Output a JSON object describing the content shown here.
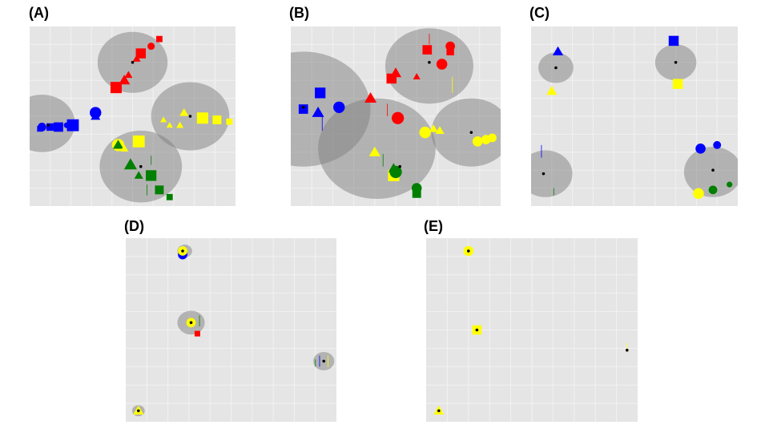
{
  "colors": {
    "panel_bg": "#e5e5e5",
    "grid": "#f2f2f2",
    "cluster": "#7f7f7f",
    "center": "#000000",
    "red": "#ff0000",
    "blue": "#0000ff",
    "yellow": "#ffff00",
    "green": "#007f00"
  },
  "chart_data": [
    {
      "label": "(A)",
      "type": "scatter",
      "xlim": [
        0,
        10
      ],
      "ylim": [
        0,
        10
      ],
      "grid": true,
      "clusters": [
        {
          "x": 5.0,
          "y": 8.0,
          "r": 1.7
        },
        {
          "x": 0.6,
          "y": 4.6,
          "r": 1.6
        },
        {
          "x": 7.8,
          "y": 5.0,
          "r": 1.9
        },
        {
          "x": 5.4,
          "y": 2.2,
          "r": 2.0
        }
      ],
      "centers": [
        [
          5.0,
          8.0
        ],
        [
          0.9,
          4.5
        ],
        [
          7.8,
          5.0
        ],
        [
          5.4,
          2.2
        ]
      ],
      "points": [
        {
          "x": 6.3,
          "y": 9.3,
          "c": "red",
          "s": "square",
          "z": 1
        },
        {
          "x": 5.9,
          "y": 8.9,
          "c": "red",
          "s": "circle",
          "z": 1
        },
        {
          "x": 5.4,
          "y": 8.5,
          "c": "red",
          "s": "square",
          "z": 1.6
        },
        {
          "x": 5.2,
          "y": 8.2,
          "c": "red",
          "s": "triangle",
          "z": 1
        },
        {
          "x": 4.8,
          "y": 7.3,
          "c": "red",
          "s": "triangle",
          "z": 1
        },
        {
          "x": 4.6,
          "y": 7.0,
          "c": "red",
          "s": "triangle",
          "z": 1.4
        },
        {
          "x": 4.2,
          "y": 6.6,
          "c": "red",
          "s": "square",
          "z": 1.8
        },
        {
          "x": 3.2,
          "y": 5.2,
          "c": "blue",
          "s": "circle",
          "z": 1.6
        },
        {
          "x": 3.2,
          "y": 5.0,
          "c": "blue",
          "s": "triangle",
          "z": 1.2
        },
        {
          "x": 2.1,
          "y": 4.5,
          "c": "blue",
          "s": "square",
          "z": 1.9
        },
        {
          "x": 1.8,
          "y": 4.5,
          "c": "blue",
          "s": "circle",
          "z": 0.8
        },
        {
          "x": 1.4,
          "y": 4.4,
          "c": "blue",
          "s": "square",
          "z": 1.5
        },
        {
          "x": 1.0,
          "y": 4.4,
          "c": "blue",
          "s": "square",
          "z": 1.2
        },
        {
          "x": 0.6,
          "y": 4.4,
          "c": "blue",
          "s": "circle",
          "z": 1.2
        },
        {
          "x": 0.5,
          "y": 4.3,
          "c": "blue",
          "s": "square",
          "z": 0.9
        },
        {
          "x": 7.5,
          "y": 5.2,
          "c": "yellow",
          "s": "triangle",
          "z": 1.1
        },
        {
          "x": 7.3,
          "y": 4.5,
          "c": "yellow",
          "s": "triangle",
          "z": 0.9
        },
        {
          "x": 6.8,
          "y": 4.5,
          "c": "yellow",
          "s": "triangle",
          "z": 0.8
        },
        {
          "x": 6.5,
          "y": 4.8,
          "c": "yellow",
          "s": "triangle",
          "z": 0.8
        },
        {
          "x": 8.4,
          "y": 4.9,
          "c": "yellow",
          "s": "square",
          "z": 1.8
        },
        {
          "x": 9.1,
          "y": 4.8,
          "c": "yellow",
          "s": "square",
          "z": 1.4
        },
        {
          "x": 9.7,
          "y": 4.7,
          "c": "yellow",
          "s": "square",
          "z": 1.0
        },
        {
          "x": 5.3,
          "y": 3.6,
          "c": "yellow",
          "s": "square",
          "z": 1.9
        },
        {
          "x": 4.3,
          "y": 3.4,
          "c": "yellow",
          "s": "circle",
          "z": 1.7
        },
        {
          "x": 4.3,
          "y": 3.4,
          "c": "green",
          "s": "triangle",
          "z": 1.3
        },
        {
          "x": 4.6,
          "y": 3.2,
          "c": "yellow",
          "s": "triangle",
          "z": 1.0
        },
        {
          "x": 4.9,
          "y": 2.3,
          "c": "green",
          "s": "triangle",
          "z": 1.6
        },
        {
          "x": 5.3,
          "y": 1.7,
          "c": "green",
          "s": "triangle",
          "z": 1.1
        },
        {
          "x": 5.9,
          "y": 1.7,
          "c": "green",
          "s": "square",
          "z": 1.7
        },
        {
          "x": 6.3,
          "y": 0.9,
          "c": "green",
          "s": "square",
          "z": 1.4
        },
        {
          "x": 6.8,
          "y": 0.5,
          "c": "green",
          "s": "square",
          "z": 1.0
        }
      ],
      "segments": [
        {
          "x": 5.7,
          "y1": 0.6,
          "y2": 1.2,
          "c": "green"
        },
        {
          "x": 5.9,
          "y1": 2.3,
          "y2": 2.8,
          "c": "green"
        }
      ]
    },
    {
      "label": "(B)",
      "type": "scatter",
      "xlim": [
        0,
        10
      ],
      "ylim": [
        0,
        10
      ],
      "grid": true,
      "clusters": [
        {
          "x": 0.6,
          "y": 5.4,
          "r": 3.2
        },
        {
          "x": 6.6,
          "y": 7.8,
          "r": 2.1
        },
        {
          "x": 4.1,
          "y": 3.2,
          "r": 2.8
        },
        {
          "x": 8.6,
          "y": 4.1,
          "r": 1.9
        }
      ],
      "centers": [
        [
          0.6,
          5.5
        ],
        [
          6.6,
          8.0
        ],
        [
          5.2,
          2.2
        ],
        [
          8.6,
          4.1
        ]
      ],
      "points": [
        {
          "x": 6.5,
          "y": 8.7,
          "c": "red",
          "s": "square",
          "z": 1.5
        },
        {
          "x": 7.6,
          "y": 8.9,
          "c": "red",
          "s": "circle",
          "z": 1.3
        },
        {
          "x": 7.6,
          "y": 8.6,
          "c": "red",
          "s": "square",
          "z": 1.2
        },
        {
          "x": 7.2,
          "y": 7.9,
          "c": "red",
          "s": "circle",
          "z": 1.5
        },
        {
          "x": 5.0,
          "y": 7.4,
          "c": "red",
          "s": "triangle",
          "z": 1.4
        },
        {
          "x": 4.8,
          "y": 7.1,
          "c": "red",
          "s": "square",
          "z": 1.6
        },
        {
          "x": 6.0,
          "y": 7.2,
          "c": "red",
          "s": "triangle",
          "z": 0.9
        },
        {
          "x": 3.8,
          "y": 6.0,
          "c": "red",
          "s": "triangle",
          "z": 1.5
        },
        {
          "x": 5.1,
          "y": 4.9,
          "c": "red",
          "s": "circle",
          "z": 1.7
        },
        {
          "x": 1.4,
          "y": 6.3,
          "c": "blue",
          "s": "square",
          "z": 1.7
        },
        {
          "x": 0.6,
          "y": 5.4,
          "c": "blue",
          "s": "square",
          "z": 1.5
        },
        {
          "x": 1.3,
          "y": 5.2,
          "c": "blue",
          "s": "triangle",
          "z": 1.5
        },
        {
          "x": 2.3,
          "y": 5.5,
          "c": "blue",
          "s": "circle",
          "z": 1.6
        },
        {
          "x": 6.4,
          "y": 4.1,
          "c": "yellow",
          "s": "circle",
          "z": 1.6
        },
        {
          "x": 6.8,
          "y": 4.3,
          "c": "yellow",
          "s": "triangle",
          "z": 1.1
        },
        {
          "x": 7.1,
          "y": 4.2,
          "c": "yellow",
          "s": "triangle",
          "z": 1.1
        },
        {
          "x": 8.9,
          "y": 3.6,
          "c": "yellow",
          "s": "circle",
          "z": 1.4
        },
        {
          "x": 9.3,
          "y": 3.7,
          "c": "yellow",
          "s": "circle",
          "z": 1.3
        },
        {
          "x": 9.6,
          "y": 3.8,
          "c": "yellow",
          "s": "circle",
          "z": 1.2
        },
        {
          "x": 4.0,
          "y": 3.0,
          "c": "yellow",
          "s": "triangle",
          "z": 1.4
        },
        {
          "x": 4.9,
          "y": 1.7,
          "c": "yellow",
          "s": "square",
          "z": 1.8
        },
        {
          "x": 4.9,
          "y": 2.1,
          "c": "green",
          "s": "triangle",
          "z": 1.3
        },
        {
          "x": 5.0,
          "y": 1.9,
          "c": "green",
          "s": "circle",
          "z": 1.7
        },
        {
          "x": 6.0,
          "y": 1.0,
          "c": "green",
          "s": "circle",
          "z": 1.4
        },
        {
          "x": 6.0,
          "y": 0.7,
          "c": "green",
          "s": "square",
          "z": 1.4
        }
      ],
      "segments": [
        {
          "x": 6.6,
          "y1": 9.0,
          "y2": 9.6,
          "c": "red"
        },
        {
          "x": 4.6,
          "y1": 5.0,
          "y2": 5.7,
          "c": "red"
        },
        {
          "x": 1.5,
          "y1": 4.2,
          "y2": 5.0,
          "c": "blue"
        },
        {
          "x": 4.4,
          "y1": 2.2,
          "y2": 2.9,
          "c": "green"
        },
        {
          "x": 7.7,
          "y1": 6.3,
          "y2": 7.2,
          "c": "yellow"
        }
      ]
    },
    {
      "label": "(C)",
      "type": "scatter",
      "xlim": [
        0,
        10
      ],
      "ylim": [
        0,
        10
      ],
      "grid": true,
      "clusters": [
        {
          "x": 1.2,
          "y": 7.7,
          "r": 0.85
        },
        {
          "x": 7.0,
          "y": 8.0,
          "r": 1.0
        },
        {
          "x": 0.7,
          "y": 1.8,
          "r": 1.3
        },
        {
          "x": 8.8,
          "y": 1.9,
          "r": 1.4
        }
      ],
      "centers": [
        [
          1.2,
          7.7
        ],
        [
          7.0,
          8.0
        ],
        [
          0.6,
          1.8
        ],
        [
          8.8,
          2.0
        ]
      ],
      "points": [
        {
          "x": 1.3,
          "y": 8.6,
          "c": "blue",
          "s": "triangle",
          "z": 1.3
        },
        {
          "x": 1.0,
          "y": 6.4,
          "c": "yellow",
          "s": "triangle",
          "z": 1.3
        },
        {
          "x": 6.9,
          "y": 9.2,
          "c": "blue",
          "s": "square",
          "z": 1.6
        },
        {
          "x": 7.1,
          "y": 6.8,
          "c": "yellow",
          "s": "square",
          "z": 1.6
        },
        {
          "x": 8.2,
          "y": 3.2,
          "c": "blue",
          "s": "circle",
          "z": 1.4
        },
        {
          "x": 9.0,
          "y": 3.4,
          "c": "blue",
          "s": "circle",
          "z": 1.1
        },
        {
          "x": 8.1,
          "y": 0.7,
          "c": "yellow",
          "s": "circle",
          "z": 1.5
        },
        {
          "x": 8.8,
          "y": 0.9,
          "c": "green",
          "s": "circle",
          "z": 1.2
        },
        {
          "x": 9.6,
          "y": 1.2,
          "c": "green",
          "s": "circle",
          "z": 0.8
        }
      ],
      "segments": [
        {
          "x": 0.5,
          "y1": 2.7,
          "y2": 3.4,
          "c": "blue"
        },
        {
          "x": 1.1,
          "y1": 0.6,
          "y2": 1.0,
          "c": "green"
        }
      ]
    },
    {
      "label": "(D)",
      "type": "scatter",
      "xlim": [
        0,
        10
      ],
      "ylim": [
        0,
        10
      ],
      "grid": true,
      "clusters": [
        {
          "x": 2.8,
          "y": 9.3,
          "r": 0.35
        },
        {
          "x": 3.1,
          "y": 5.4,
          "r": 0.65
        },
        {
          "x": 9.4,
          "y": 3.3,
          "r": 0.5
        },
        {
          "x": 0.6,
          "y": 0.6,
          "r": 0.3
        }
      ],
      "centers": [
        [
          2.7,
          9.3
        ],
        [
          3.1,
          5.4
        ],
        [
          9.4,
          3.3
        ],
        [
          0.6,
          0.6
        ]
      ],
      "points": [
        {
          "x": 2.7,
          "y": 9.1,
          "c": "blue",
          "s": "circle",
          "z": 1.3
        },
        {
          "x": 2.7,
          "y": 9.3,
          "c": "yellow",
          "s": "circle",
          "z": 1.3
        },
        {
          "x": 3.1,
          "y": 5.4,
          "c": "yellow",
          "s": "circle",
          "z": 1.3
        },
        {
          "x": 3.4,
          "y": 4.8,
          "c": "red",
          "s": "square",
          "z": 0.9
        },
        {
          "x": 0.6,
          "y": 0.6,
          "c": "yellow",
          "s": "triangle",
          "z": 1.3
        }
      ],
      "segments": [
        {
          "x": 3.5,
          "y1": 5.2,
          "y2": 5.8,
          "c": "green"
        },
        {
          "x": 9.2,
          "y1": 3.0,
          "y2": 3.6,
          "c": "blue"
        },
        {
          "x": 9.0,
          "y1": 3.0,
          "y2": 3.4,
          "c": "green"
        },
        {
          "x": 9.6,
          "y1": 3.0,
          "y2": 3.6,
          "c": "yellow"
        }
      ]
    },
    {
      "label": "(E)",
      "type": "scatter",
      "xlim": [
        0,
        10
      ],
      "ylim": [
        0,
        10
      ],
      "grid": true,
      "clusters": [],
      "centers": [
        [
          2.0,
          9.3
        ],
        [
          2.4,
          5.0
        ],
        [
          9.5,
          3.9
        ],
        [
          0.6,
          0.6
        ]
      ],
      "points": [
        {
          "x": 2.0,
          "y": 9.3,
          "c": "yellow",
          "s": "circle",
          "z": 1.4
        },
        {
          "x": 2.4,
          "y": 5.0,
          "c": "yellow",
          "s": "square",
          "z": 1.5
        },
        {
          "x": 0.6,
          "y": 0.6,
          "c": "yellow",
          "s": "triangle",
          "z": 1.3
        }
      ],
      "segments": [
        {
          "x": 9.5,
          "y1": 3.8,
          "y2": 4.3,
          "c": "yellow"
        }
      ]
    }
  ]
}
